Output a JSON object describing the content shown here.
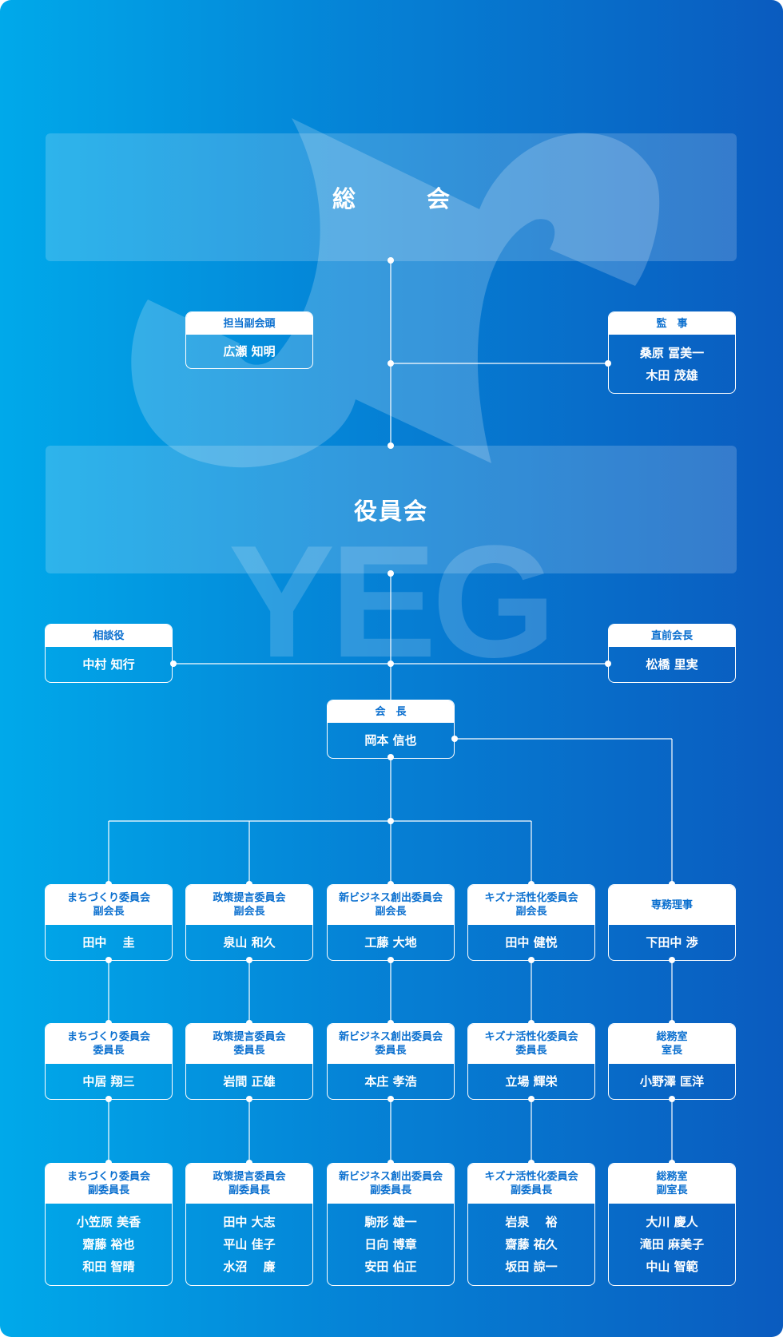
{
  "watermark_text": "YEG",
  "general_assembly": "総　会",
  "board": "役員会",
  "roles": {
    "vice_president_in_charge": {
      "title": "担当副会頭",
      "names": [
        "広瀬 知明"
      ]
    },
    "auditor": {
      "title": "監　事",
      "names": [
        "桑原 冨美一",
        "木田 茂雄"
      ]
    },
    "advisor": {
      "title": "相談役",
      "names": [
        "中村 知行"
      ]
    },
    "past_president": {
      "title": "直前会長",
      "names": [
        "松橋 里実"
      ]
    },
    "president": {
      "title": "会　長",
      "names": [
        "岡本 信也"
      ]
    }
  },
  "columns": [
    {
      "tiers": [
        {
          "title": [
            "まちづくり委員会",
            "副会長"
          ],
          "names": [
            "田中　 圭"
          ]
        },
        {
          "title": [
            "まちづくり委員会",
            "委員長"
          ],
          "names": [
            "中居 翔三"
          ]
        },
        {
          "title": [
            "まちづくり委員会",
            "副委員長"
          ],
          "names": [
            "小笠原 美香",
            "齋藤 裕也",
            "和田 智晴"
          ]
        }
      ]
    },
    {
      "tiers": [
        {
          "title": [
            "政策提言委員会",
            "副会長"
          ],
          "names": [
            "泉山 和久"
          ]
        },
        {
          "title": [
            "政策提言委員会",
            "委員長"
          ],
          "names": [
            "岩間 正雄"
          ]
        },
        {
          "title": [
            "政策提言委員会",
            "副委員長"
          ],
          "names": [
            "田中 大志",
            "平山 佳子",
            "水沼　 廉"
          ]
        }
      ]
    },
    {
      "tiers": [
        {
          "title": [
            "新ビジネス創出委員会",
            "副会長"
          ],
          "names": [
            "工藤 大地"
          ]
        },
        {
          "title": [
            "新ビジネス創出委員会",
            "委員長"
          ],
          "names": [
            "本庄 孝浩"
          ]
        },
        {
          "title": [
            "新ビジネス創出委員会",
            "副委員長"
          ],
          "names": [
            "駒形 雄一",
            "日向 博章",
            "安田 伯正"
          ]
        }
      ]
    },
    {
      "tiers": [
        {
          "title": [
            "キズナ活性化委員会",
            "副会長"
          ],
          "names": [
            "田中 健悦"
          ]
        },
        {
          "title": [
            "キズナ活性化委員会",
            "委員長"
          ],
          "names": [
            "立場 輝栄"
          ]
        },
        {
          "title": [
            "キズナ活性化委員会",
            "副委員長"
          ],
          "names": [
            "岩泉　 裕",
            "齋藤 祐久",
            "坂田 諒一"
          ]
        }
      ]
    },
    {
      "tiers": [
        {
          "title": [
            "専務理事"
          ],
          "names": [
            "下田中 渉"
          ]
        },
        {
          "title": [
            "総務室",
            "室長"
          ],
          "names": [
            "小野澤 匡洋"
          ]
        },
        {
          "title": [
            "総務室",
            "副室長"
          ],
          "names": [
            "大川 慶人",
            "滝田 麻美子",
            "中山 智範"
          ]
        }
      ]
    }
  ]
}
